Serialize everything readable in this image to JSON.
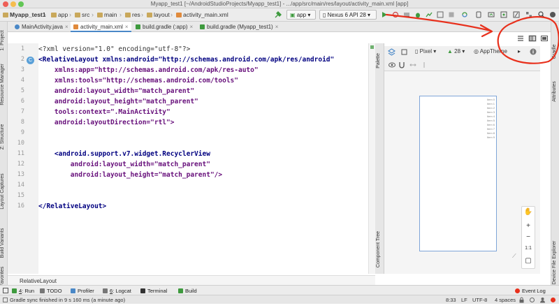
{
  "window": {
    "title": "Myapp_test1 [~/AndroidStudioProjects/Myapp_test1] - .../app/src/main/res/layout/activity_main.xml [app]"
  },
  "breadcrumb": [
    "Myapp_test1",
    "app",
    "src",
    "main",
    "res",
    "layout",
    "activity_main.xml"
  ],
  "toolbar": {
    "run_config": "app",
    "device": "Nexus 6 API 28"
  },
  "tabs": [
    {
      "label": "MainActivity.java"
    },
    {
      "label": "activity_main.xml"
    },
    {
      "label": "build.gradle (:app)"
    },
    {
      "label": "build.gradle (Myapp_test1)"
    }
  ],
  "left_tools": [
    "1: Project",
    "Resource Manager",
    "Z: Structure",
    "Layout Captures",
    "Build Variants",
    "Favorites"
  ],
  "right_tools": [
    "Gradle",
    "Attributes",
    "Device File Explorer"
  ],
  "palette_tools": [
    "Palette",
    "Component Tree"
  ],
  "editor": {
    "line_numbers": [
      "1",
      "2",
      "3",
      "4",
      "5",
      "6",
      "7",
      "8",
      "9",
      "10",
      "11",
      "12",
      "13",
      "14",
      "15",
      "16"
    ],
    "lines": [
      "<?xml version=\"1.0\" encoding=\"utf-8\"?>",
      "<RelativeLayout xmlns:android=\"http://schemas.android.com/apk/res/android\"",
      "    xmlns:app=\"http://schemas.android.com/apk/res-auto\"",
      "    xmlns:tools=\"http://schemas.android.com/tools\"",
      "    android:layout_width=\"match_parent\"",
      "    android:layout_height=\"match_parent\"",
      "    tools:context=\".MainActivity\"",
      "    android:layoutDirection=\"rtl\">",
      "",
      "",
      "    <android.support.v7.widget.RecyclerView",
      "        android:layout_width=\"match_parent\"",
      "        android:layout_height=\"match_parent\"/>",
      "",
      "",
      "</RelativeLayout>"
    ],
    "gutter_badge": "C",
    "footer_path": "RelativeLayout"
  },
  "design": {
    "device": "Pixel",
    "api": "28",
    "theme": "AppTheme",
    "zoom_ratio": "1:1",
    "list_items": [
      "Item 0",
      "Item 1",
      "Item 2",
      "Item 3",
      "Item 4",
      "Item 5",
      "Item 6",
      "Item 7",
      "Item 8",
      "Item 9"
    ]
  },
  "bottom_tools": [
    {
      "num": "4",
      "label": "Run"
    },
    {
      "num": "",
      "label": "TODO"
    },
    {
      "num": "",
      "label": "Profiler"
    },
    {
      "num": "6",
      "label": "Logcat"
    },
    {
      "num": "",
      "label": "Terminal"
    },
    {
      "num": "",
      "label": "Build"
    },
    {
      "num": "",
      "label": "Event Log"
    }
  ],
  "status": {
    "message": "Gradle sync finished in 9 s 160 ms (a minute ago)",
    "position": "8:33",
    "line_sep": "LF",
    "encoding": "UTF-8",
    "indent": "4 spaces"
  },
  "colors": {
    "annotation": "#e8301c",
    "accent": "#4a88c7",
    "run": "#3e9a3e"
  }
}
